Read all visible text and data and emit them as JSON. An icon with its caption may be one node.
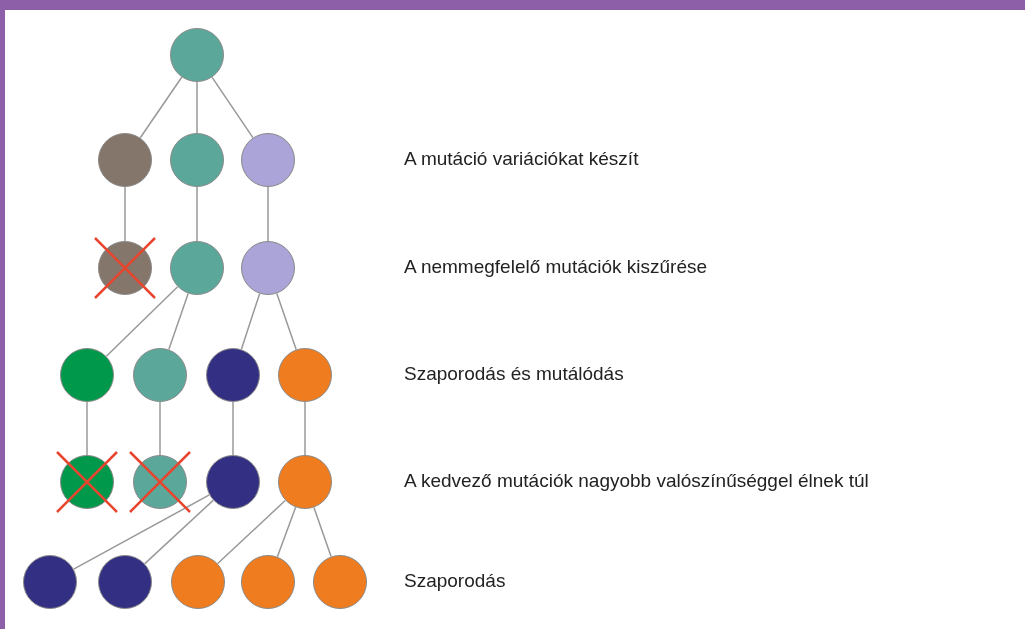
{
  "diagram": {
    "nodes": [
      {
        "text": [],
        "shape": "circle"
      },
      {
        "text": [],
        "shape": "circle"
      },
      {
        "text": [],
        "shape": "circle"
      },
      {
        "text": [],
        "shape": "circle"
      },
      {
        "text": [],
        "shape": "circle"
      },
      {
        "text": [],
        "shape": "circle"
      },
      {
        "text": [],
        "shape": "circle"
      },
      {
        "text": [],
        "shape": "circle"
      },
      {
        "text": [],
        "shape": "circle"
      },
      {
        "text": [],
        "shape": "circle"
      },
      {
        "text": [],
        "shape": "circle"
      },
      {
        "text": [],
        "shape": "circle"
      },
      {
        "text": [],
        "shape": "circle"
      },
      {
        "text": [],
        "shape": "circle"
      },
      {
        "text": [],
        "shape": "circle"
      },
      {
        "text": [],
        "shape": "circle"
      },
      {
        "text": [],
        "shape": "circle"
      },
      {
        "text": [],
        "shape": "circle"
      },
      {
        "text": [],
        "shape": "circle"
      },
      {
        "text": [],
        "shape": "circle"
      }
    ],
    "edges": [
      {
        "from": 0,
        "to": 1,
        "arrow": "none"
      },
      {
        "from": 0,
        "to": 2,
        "arrow": "none"
      },
      {
        "from": 0,
        "to": 3,
        "arrow": "none"
      },
      {
        "from": 1,
        "to": 4,
        "arrow": "none"
      },
      {
        "from": 2,
        "to": 5,
        "arrow": "none"
      },
      {
        "from": 3,
        "to": 6,
        "arrow": "none"
      },
      {
        "from": 5,
        "to": 7,
        "arrow": "none"
      },
      {
        "from": 5,
        "to": 8,
        "arrow": "none"
      },
      {
        "from": 6,
        "to": 9,
        "arrow": "none"
      },
      {
        "from": 6,
        "to": 10,
        "arrow": "none"
      },
      {
        "from": 7,
        "to": 11,
        "arrow": "none"
      },
      {
        "from": 8,
        "to": 12,
        "arrow": "none"
      },
      {
        "from": 9,
        "to": 13,
        "arrow": "none"
      },
      {
        "from": 10,
        "to": 14,
        "arrow": "none"
      },
      {
        "from": 13,
        "to": 15,
        "arrow": "none"
      },
      {
        "from": 13,
        "to": 16,
        "arrow": "none"
      },
      {
        "from": 14,
        "to": 17,
        "arrow": "none"
      },
      {
        "from": 14,
        "to": 18,
        "arrow": "none"
      },
      {
        "from": 14,
        "to": 19,
        "arrow": "none"
      }
    ],
    "labels": [
      "A mutáció variációkat készít",
      "A nemmegfelelő mutációk kiszűrése",
      "Szaporodás és mutálódás",
      "A kedvező mutációk nagyobb valószínűséggel élnek túl",
      "Szaporodás"
    ]
  }
}
